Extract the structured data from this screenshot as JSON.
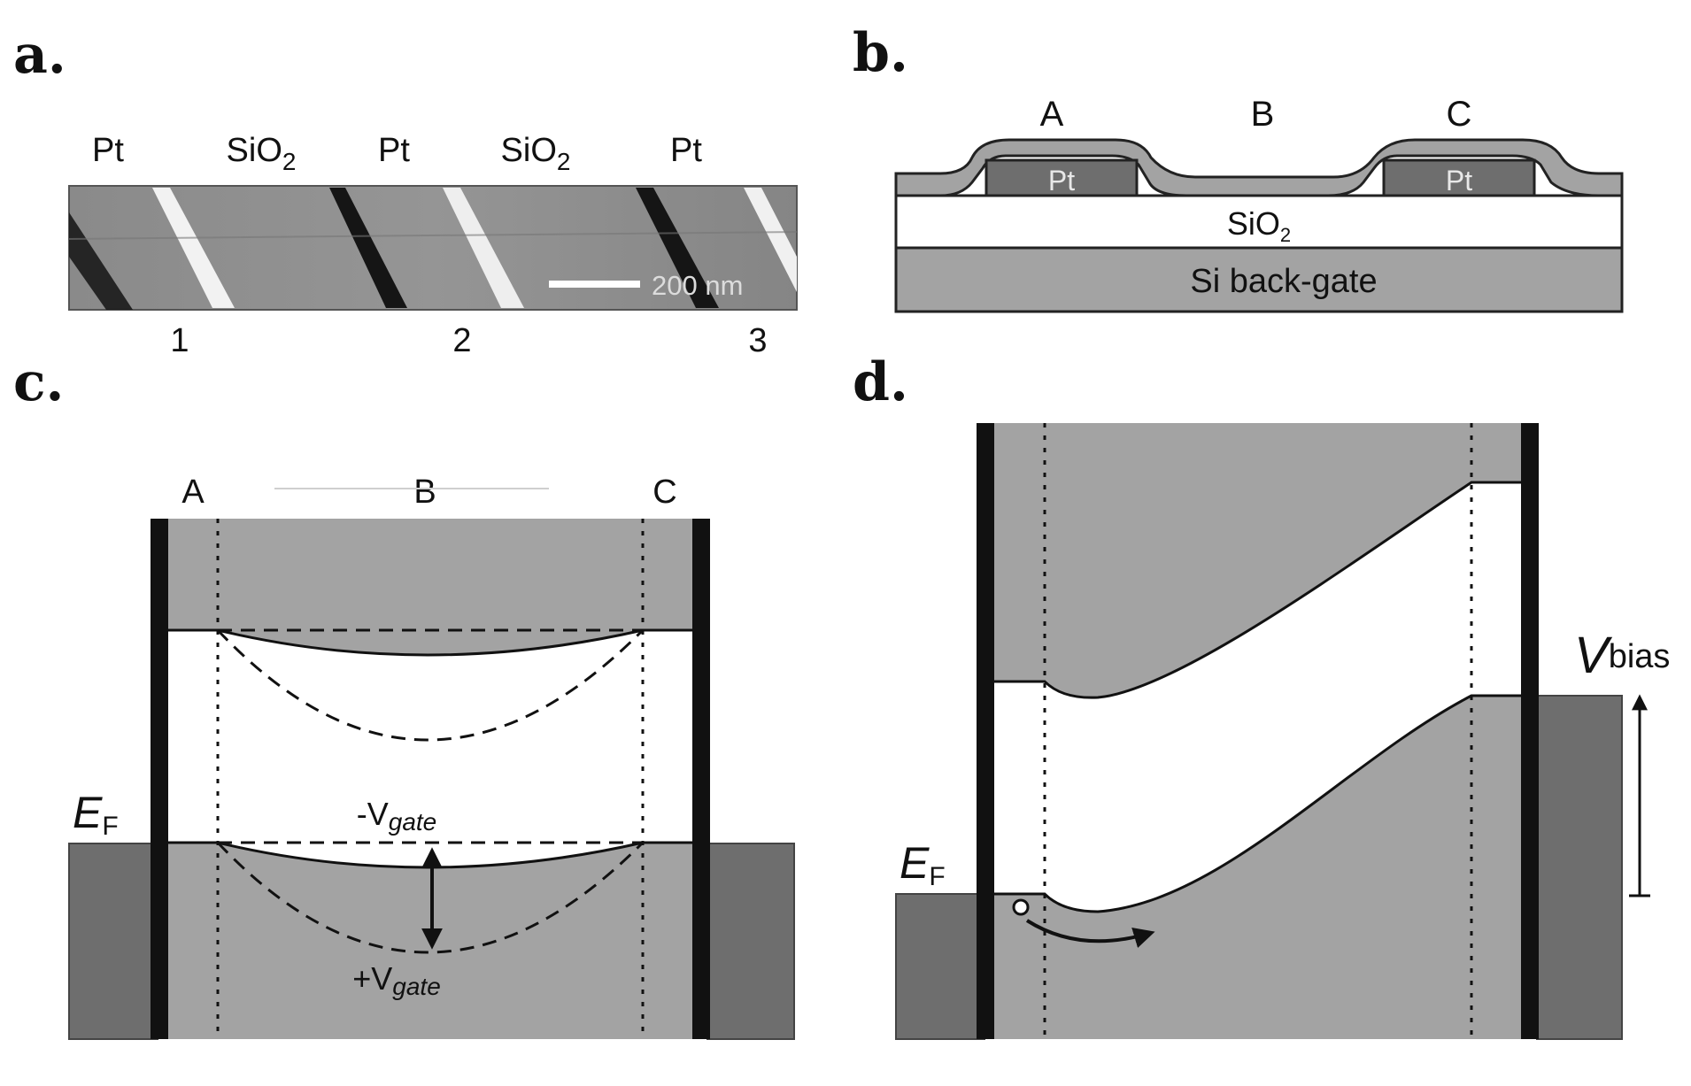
{
  "panels": {
    "a": {
      "label": "a.",
      "top_labels": [
        "Pt",
        "SiO",
        "Pt",
        "SiO",
        "Pt"
      ],
      "top_subscripts": [
        "",
        "2",
        "",
        "2",
        ""
      ],
      "scale_bar": "200 nm",
      "bottom_labels": [
        "1",
        "2",
        "3"
      ]
    },
    "b": {
      "label": "b.",
      "regions": [
        "A",
        "B",
        "C"
      ],
      "electrode": "Pt",
      "oxide": "SiO",
      "oxide_sub": "2",
      "substrate": "Si  back-gate"
    },
    "c": {
      "label": "c.",
      "regions": [
        "A",
        "B",
        "C"
      ],
      "fermi": "E",
      "fermi_sub": "F",
      "minus_gate": "-V",
      "plus_gate": "+V",
      "gate_sub": "gate"
    },
    "d": {
      "label": "d.",
      "fermi": "E",
      "fermi_sub": "F",
      "bias": "V",
      "bias_sub": "bias"
    }
  },
  "colors": {
    "band_grey": "#a3a3a3",
    "contact_grey": "#6e6e6e",
    "black": "#111111"
  }
}
